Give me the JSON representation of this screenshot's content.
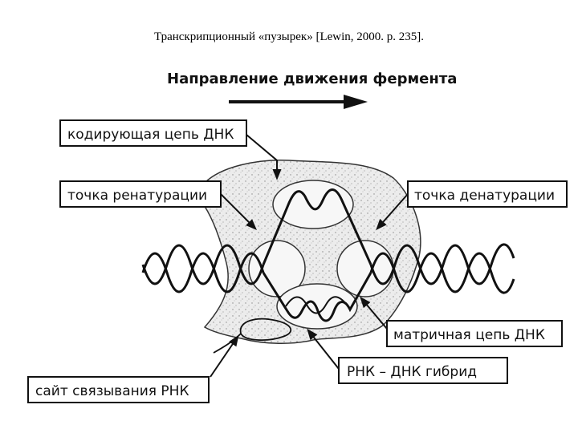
{
  "caption": "Транскрипционный «пузырек» [Lewin, 2000. p. 235].",
  "direction_label": "Направление движения фермента",
  "labels": {
    "coding_strand": "кодирующая цепь ДНК",
    "renaturation_point": "точка ренатурации",
    "denaturation_point": "точка денатурации",
    "template_strand": "матричная цепь ДНК",
    "rna_dna_hybrid": "РНК – ДНК гибрид",
    "rna_binding_site": "сайт связывания РНК"
  }
}
